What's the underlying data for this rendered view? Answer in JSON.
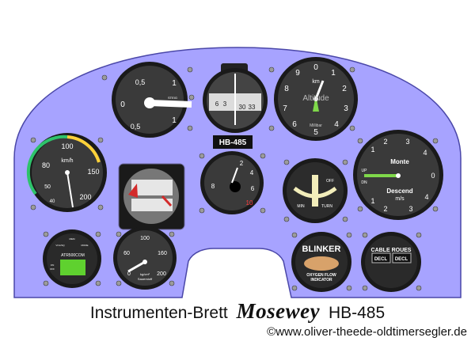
{
  "colors": {
    "panel": "#a7a3ff",
    "panel_stroke": "#4a47a8",
    "bezel": "#1f1f1f",
    "face": "#3a3a3a",
    "needle": "#ffffff",
    "tape": "#e9e9e9"
  },
  "asi": {
    "unit": "km/h",
    "ticks": [
      "40",
      "50",
      "80",
      "100",
      "150",
      "200"
    ]
  },
  "vario": {
    "ticks": [
      "0",
      "0,5",
      "1",
      "1",
      "0,5"
    ],
    "unit_a": "STEIG",
    "unit_b": "m/s"
  },
  "compass": {
    "ticks": [
      "6",
      "3",
      "30",
      "33"
    ]
  },
  "altimeter": {
    "ticks": [
      "0",
      "1",
      "2",
      "3",
      "4",
      "5",
      "6",
      "7",
      "8",
      "9"
    ],
    "label": "Altitude",
    "unit": "km",
    "sub_label": "Millibar"
  },
  "placard": {
    "text": "HB-485"
  },
  "tas_vario": {
    "ticks": [
      "1",
      "2",
      "3",
      "4",
      "1",
      "2",
      "3",
      "4",
      "0"
    ],
    "label_up": "Monte",
    "label_down": "Descend",
    "unit": "m/s",
    "up": "UP",
    "dn": "DN"
  },
  "clock": {
    "ticks": [
      "2",
      "4",
      "6",
      "8",
      "10"
    ]
  },
  "turn": {
    "off": "OFF",
    "left": "MIN",
    "right": "TURN"
  },
  "radio": {
    "model": "ATR500COM",
    "labels": [
      "MEM",
      "VOL/SQ",
      "MODE",
      "ON",
      "OFF"
    ]
  },
  "oxygen": {
    "ticks": [
      "100",
      "60",
      "160",
      "0",
      "200"
    ],
    "unit": "kg/cm²",
    "sub_label": "Sauerstoff"
  },
  "blinker": {
    "title": "BLINKER",
    "sub_label_1": "OXYGEN FLOW",
    "sub_label_2": "INDICATOR"
  },
  "cable": {
    "title": "CABLE ROUES",
    "left_btn": "DECL",
    "right_btn": "DECL"
  },
  "caption": {
    "prefix": "Instrumenten-Brett",
    "brand": "Mosewey",
    "suffix": "HB-485"
  },
  "copyright": "©www.oliver-theede-oldtimersegler.de"
}
